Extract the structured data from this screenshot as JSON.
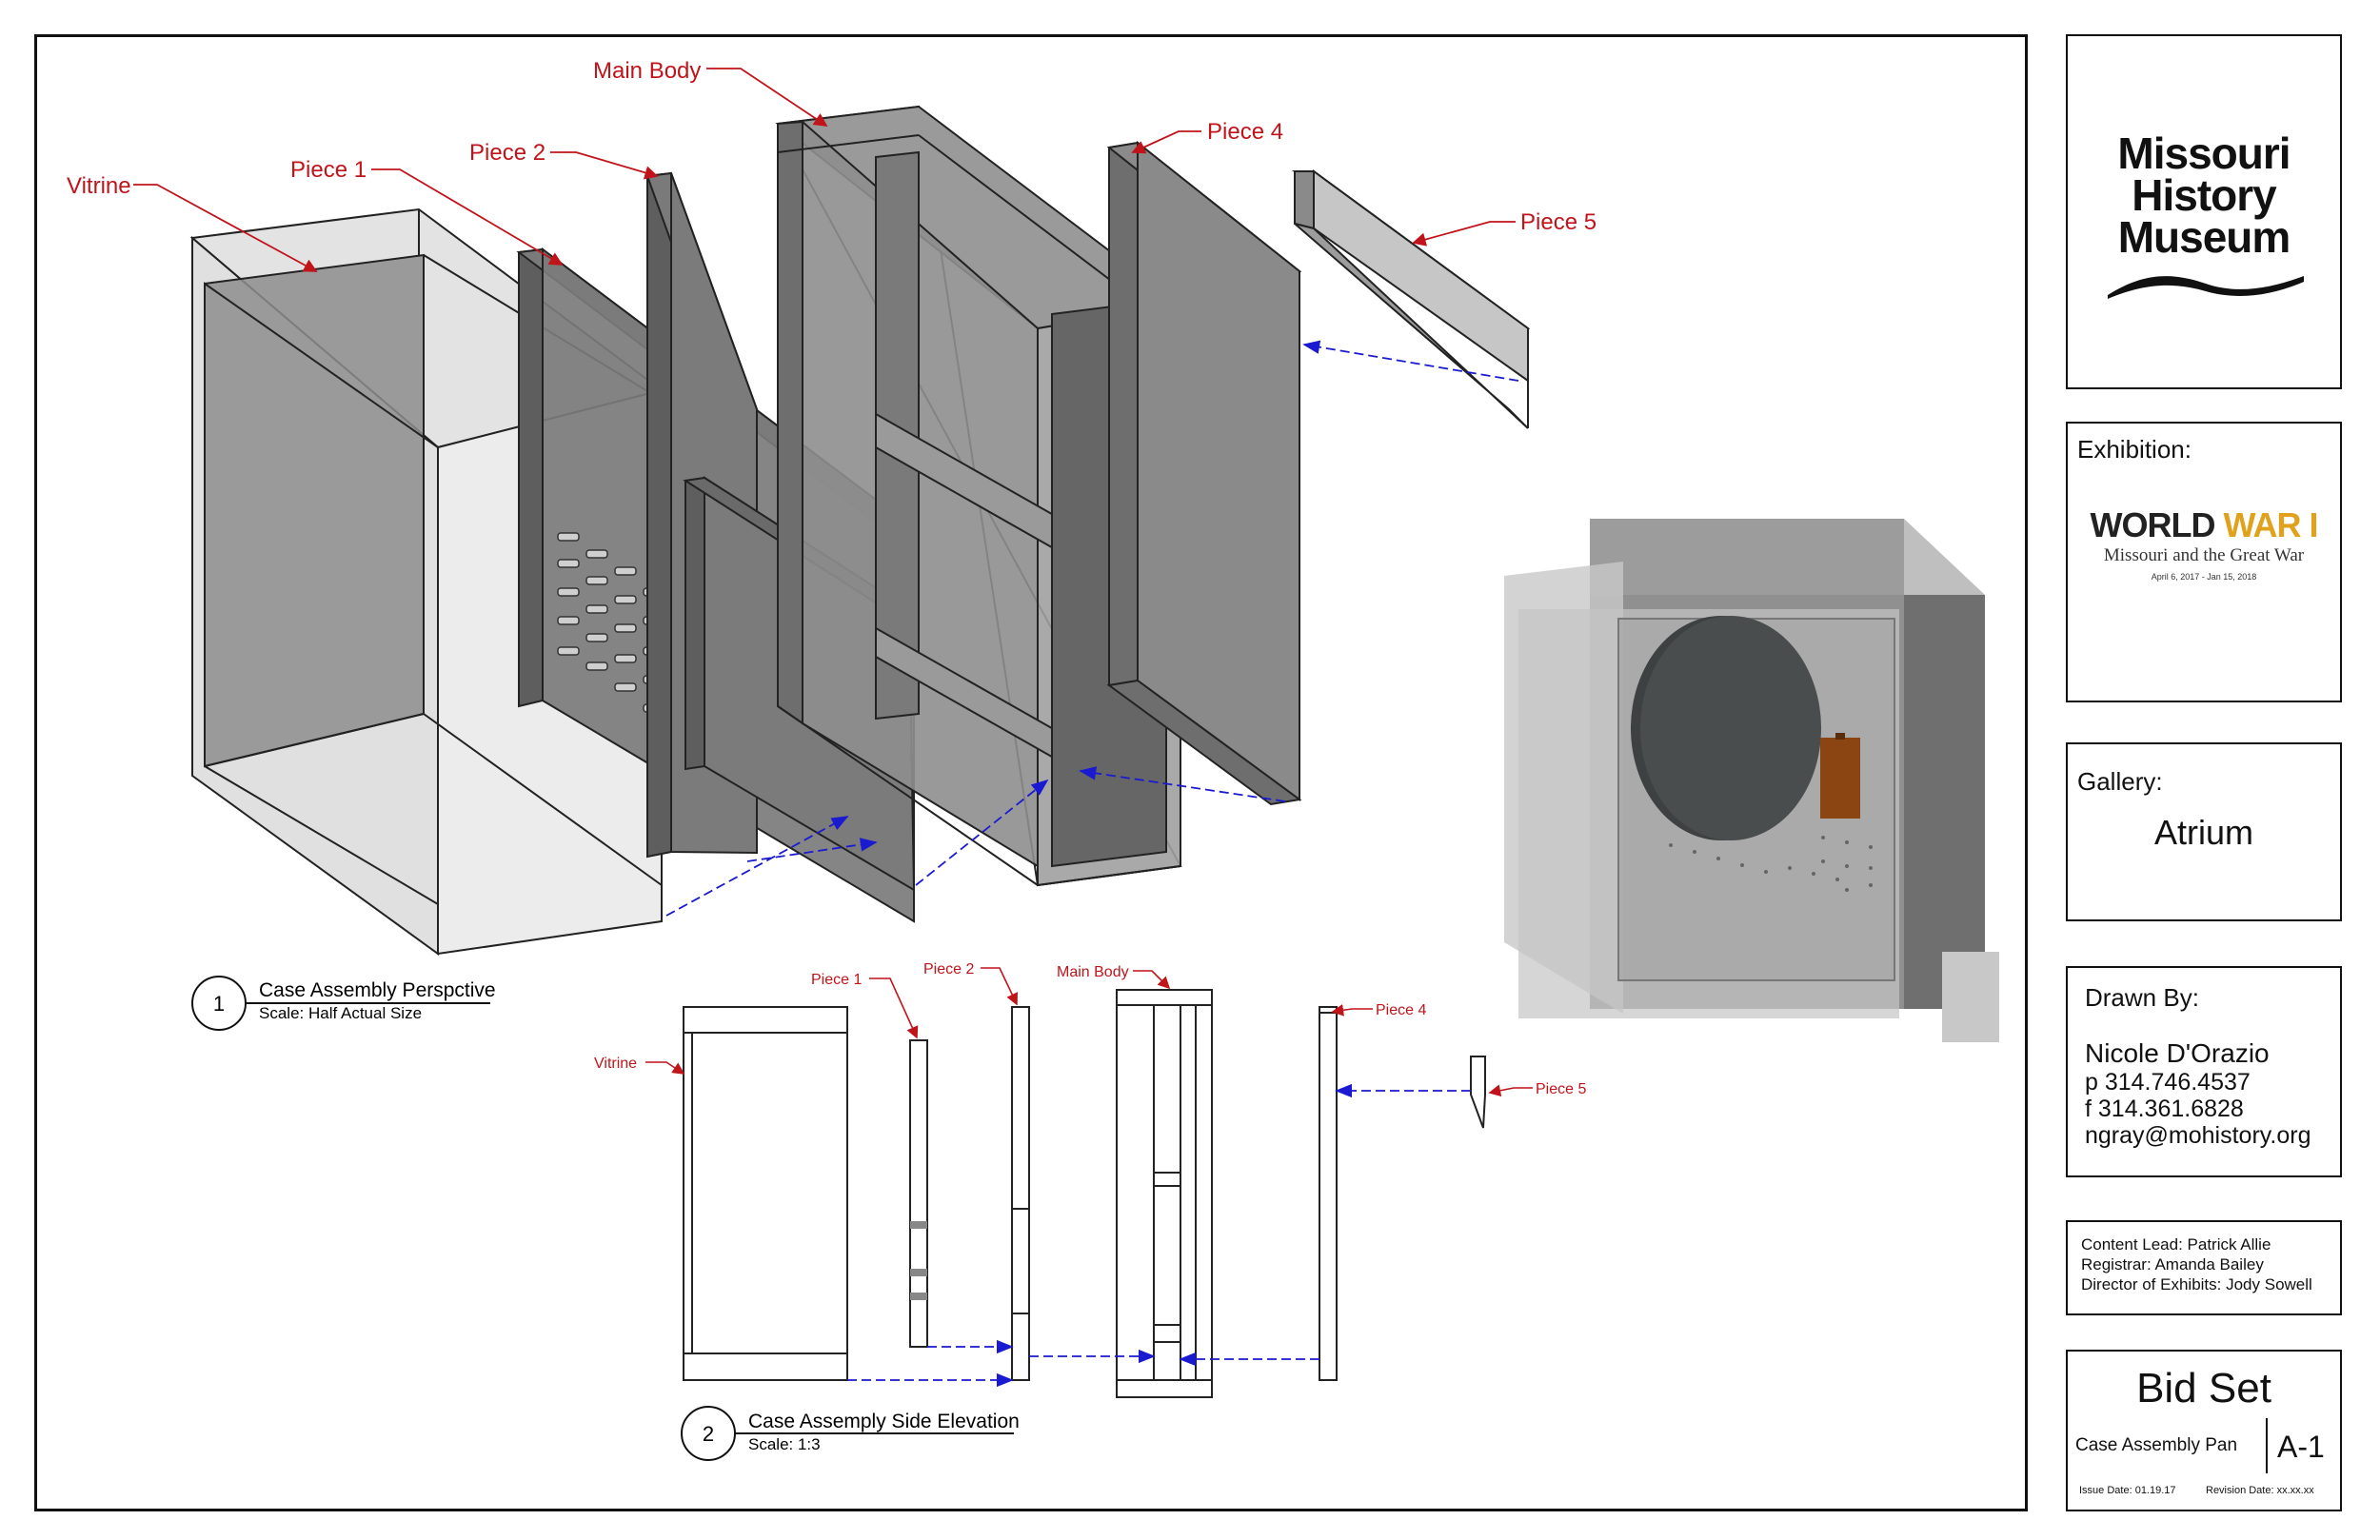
{
  "callouts": {
    "main_body": "Main Body",
    "vitrine": "Vitrine",
    "piece1": "Piece 1",
    "piece2": "Piece 2",
    "piece4": "Piece 4",
    "piece5": "Piece 5"
  },
  "view1": {
    "number": "1",
    "title": "Case Assembly Perspctive",
    "scale": "Scale: Half Actual Size"
  },
  "view2": {
    "number": "2",
    "title": "Case Assemply Side Elevation",
    "scale": "Scale: 1:3"
  },
  "title_block": {
    "logo_lines": [
      "Missouri",
      "History",
      "Museum"
    ],
    "exhibition_label": "Exhibition:",
    "exhibition_title_part1": "WORLD",
    "exhibition_title_part2": "WAR I",
    "exhibition_subtitle": "Missouri and the Great War",
    "exhibition_dates": "April 6, 2017 - Jan 15, 2018",
    "gallery_label": "Gallery:",
    "gallery_name": "Atrium",
    "drawn_by_label": "Drawn By:",
    "drawn_by_name": "Nicole D'Orazio",
    "phone": "p  314.746.4537",
    "fax": "f   314.361.6828",
    "email": "ngray@mohistory.org",
    "content_lead": "Content Lead: Patrick Allie",
    "registrar": "Registrar: Amanda Bailey",
    "director": "Director of Exhibits: Jody Sowell",
    "set_name": "Bid Set",
    "sheet_title": "Case Assembly Pan",
    "sheet_number": "A-1",
    "issue_date": "Issue Date: 01.19.17",
    "revision_date": "Revision Date: xx.xx.xx"
  },
  "colors": {
    "callout_red": "#c0141a",
    "arrow_blue": "#1a1ad0",
    "panel_gray": "#8a8a8a",
    "accent_gold": "#e0a21c",
    "artifact_brown": "#8a4513"
  }
}
